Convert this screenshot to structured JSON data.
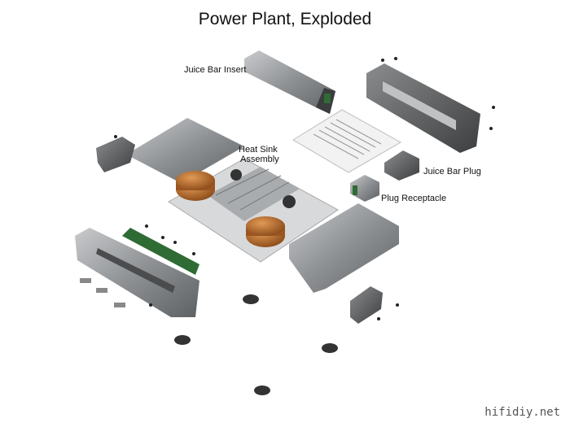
{
  "title": "Power Plant, Exploded",
  "labels": {
    "juice_bar_insert": "Juice Bar Insert",
    "heat_sink_line1": "Heat Sink",
    "heat_sink_line2": "Assembly",
    "juice_bar_plug": "Juice Bar Plug",
    "plug_receptacle": "Plug Receptacle"
  },
  "watermark": "hifidiy.net",
  "colors": {
    "metal": "#8a8d90",
    "copper": "#b8692a",
    "pcb": "#2f6b35"
  }
}
